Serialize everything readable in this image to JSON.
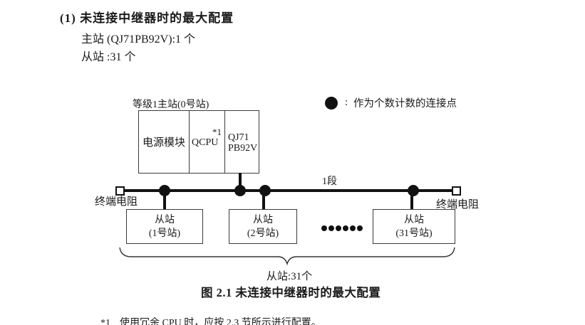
{
  "header": {
    "heading": "(1) 未连接中继器时的最大配置",
    "master_count_line": "主站 (QJ71PB92V):1 个",
    "slave_count_line": "从站 :31 个"
  },
  "legend": {
    "dot_icon": "filled-circle",
    "separator": ":",
    "text": "作为个数计数的连接点"
  },
  "diagram": {
    "master_label": "等级1主站(0号站)",
    "master_cells": {
      "power_module": "电源模块",
      "cpu": "QCPU",
      "cpu_note": "*1",
      "network_module_line1": "QJ71",
      "network_module_line2": "PB92V"
    },
    "segment_label": "1段",
    "terminator_left_label": "终端电阻",
    "terminator_right_label": "终端电阻",
    "slaves": [
      {
        "line1": "从站",
        "line2": "(1号站)"
      },
      {
        "line1": "从站",
        "line2": "(2号站)"
      },
      {
        "line1": "从站",
        "line2": "(31号站)"
      }
    ],
    "ellipsis_dots": 6,
    "brace_label": "从站:31个"
  },
  "caption": "图 2.1 未连接中继器时的最大配置",
  "footnote": {
    "marker": "*1",
    "text": "使用冗余 CPU 时，应按 2.3 节所示进行配置。"
  },
  "colors": {
    "line": "#111111",
    "border": "#3c3c3c",
    "text": "#1a1a1a",
    "background": "#ffffff"
  }
}
